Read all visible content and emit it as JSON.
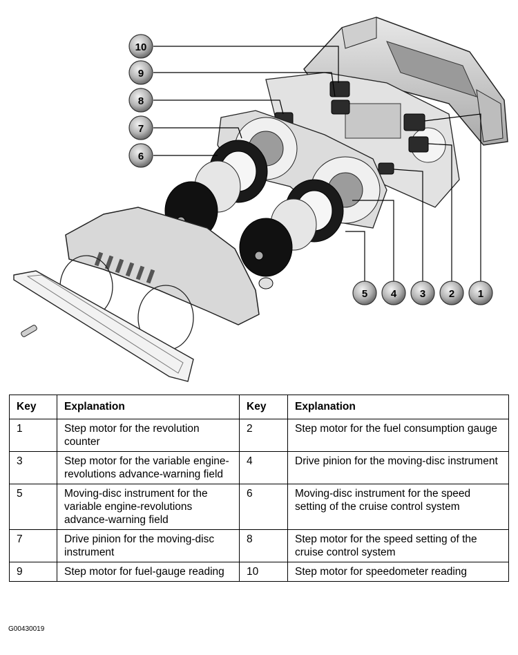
{
  "callouts": [
    "10",
    "9",
    "8",
    "7",
    "6",
    "5",
    "4",
    "3",
    "2",
    "1"
  ],
  "table": {
    "headers": [
      "Key",
      "Explanation",
      "Key",
      "Explanation"
    ],
    "rows": [
      {
        "k1": "1",
        "e1": "Step motor for the revolution counter",
        "k2": "2",
        "e2": "Step motor for the fuel consumption gauge"
      },
      {
        "k1": "3",
        "e1": "Step motor for the variable engine-revolutions advance-warning field",
        "k2": "4",
        "e2": "Drive pinion for the moving-disc instrument"
      },
      {
        "k1": "5",
        "e1": "Moving-disc instrument for the variable engine-revolutions advance-warning field",
        "k2": "6",
        "e2": "Moving-disc instrument for the speed setting of the cruise control system"
      },
      {
        "k1": "7",
        "e1": "Drive pinion for the moving-disc instrument",
        "k2": "8",
        "e2": "Step motor for the speed setting of the cruise control system"
      },
      {
        "k1": "9",
        "e1": "Step motor for fuel-gauge reading",
        "k2": "10",
        "e2": "Step motor for speedometer reading"
      }
    ]
  },
  "figure_id": "G00430019",
  "colors": {
    "part_fill": "#d9d9d9",
    "part_dark": "#7a7a7a",
    "dial_black": "#111111",
    "callout_fill": "#b8b8b8"
  }
}
